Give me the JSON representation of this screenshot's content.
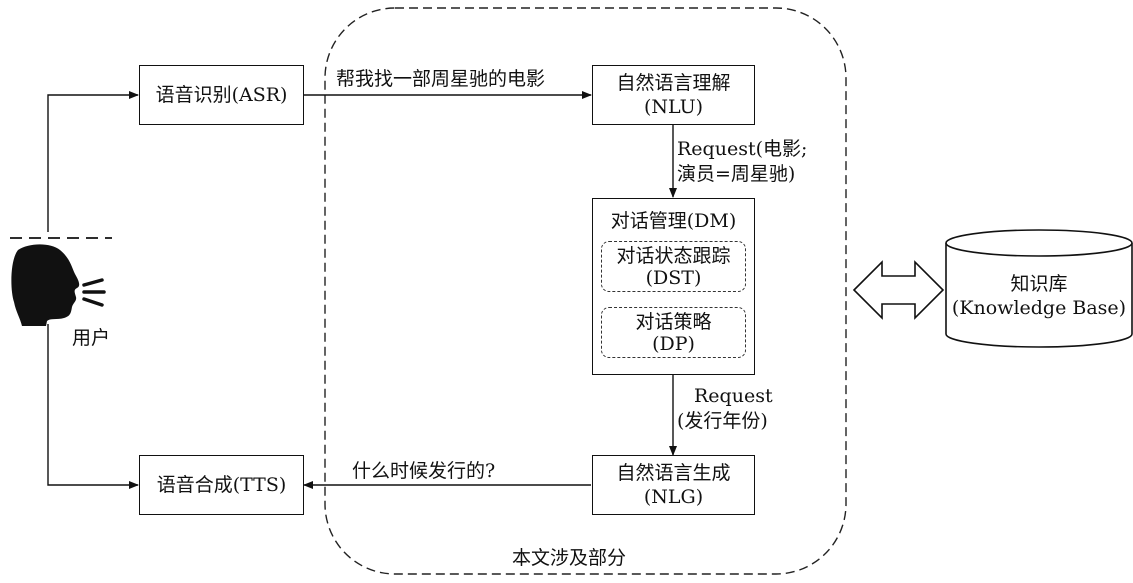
{
  "user": {
    "label": "用户"
  },
  "asr": {
    "label": "语音识别(ASR)"
  },
  "tts": {
    "label": "语音合成(TTS)"
  },
  "nlu": {
    "line1": "自然语言理解",
    "line2": "(NLU)"
  },
  "dm": {
    "title": "对话管理(DM)",
    "dst": {
      "line1": "对话状态跟踪",
      "line2": "(DST)"
    },
    "dp": {
      "line1": "对话策略",
      "line2": "(DP)"
    }
  },
  "nlg": {
    "line1": "自然语言生成",
    "line2": "(NLG)"
  },
  "knowledge_base": {
    "line1": "知识库",
    "line2": "(Knowledge Base)"
  },
  "edges": {
    "asr_to_nlu": "帮我找一部周星驰的电影",
    "nlu_to_dm": {
      "line1": "Request(电影;",
      "line2": "演员=周星驰)"
    },
    "dm_to_nlg": {
      "line1": "Request",
      "line2": "(发行年份)"
    },
    "nlg_to_tts": "什么时候发行的?"
  },
  "scope_label": "本文涉及部分",
  "icons": {
    "user": "speaking-head-icon",
    "exchange": "double-arrow-icon"
  }
}
